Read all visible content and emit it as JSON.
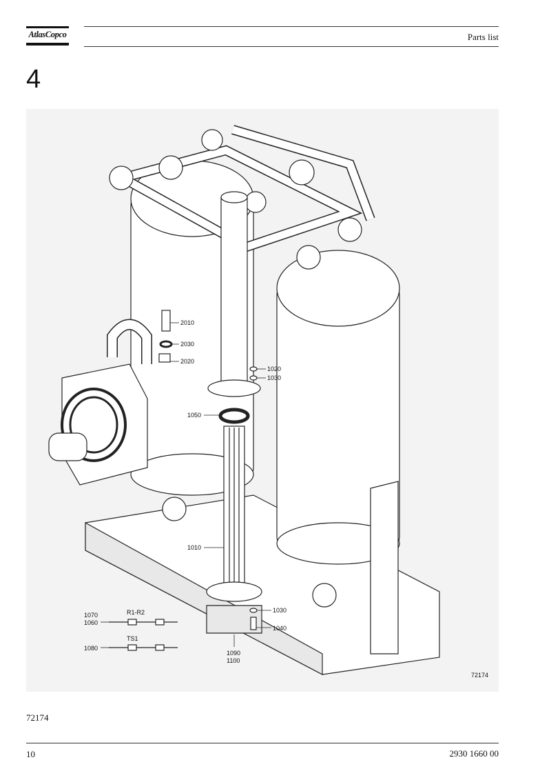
{
  "header": {
    "brand": "AtlasCopco",
    "title": "Parts list"
  },
  "section_number": "4",
  "drawing": {
    "drawing_number": "72174",
    "callouts": [
      "2010",
      "2030",
      "2020",
      "1020",
      "1030",
      "1050",
      "1010",
      "1030",
      "1040",
      "1090",
      "1100",
      "1070",
      "1060",
      "1080"
    ],
    "cable_labels": [
      "R1-R2",
      "TS1"
    ]
  },
  "caption": "72174",
  "footer": {
    "page": "10",
    "document_number": "2930 1660 00"
  }
}
